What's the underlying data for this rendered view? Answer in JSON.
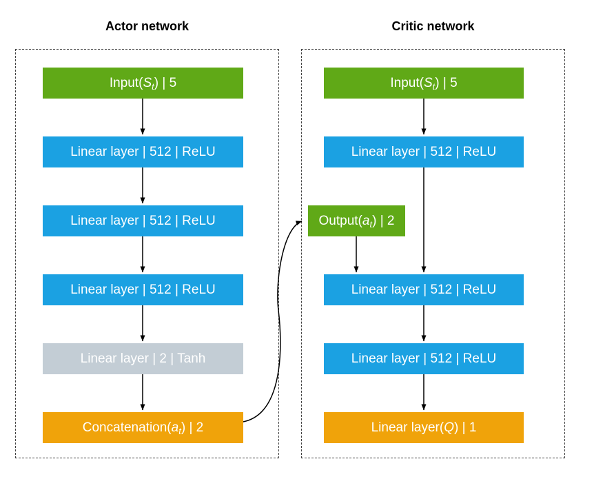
{
  "colors": {
    "input_green": "#60A917",
    "layer_blue": "#1BA1E2",
    "tanh_gray": "#C3CDD5",
    "output_orange": "#F0A30A",
    "text_white": "#FFFFFF",
    "title_black": "#000000",
    "arrow_black": "#000000",
    "frame_dash": "#404040"
  },
  "actor": {
    "title": "Actor network",
    "nodes": [
      {
        "pre": "Input(",
        "var": "S",
        "sub": "t",
        "post": ") | 5"
      },
      {
        "pre": "Linear layer | 512 | ReLU",
        "var": "",
        "sub": "",
        "post": ""
      },
      {
        "pre": "Linear layer | 512 | ReLU",
        "var": "",
        "sub": "",
        "post": ""
      },
      {
        "pre": "Linear layer | 512 | ReLU",
        "var": "",
        "sub": "",
        "post": ""
      },
      {
        "pre": "Linear layer | 2 | Tanh",
        "var": "",
        "sub": "",
        "post": ""
      },
      {
        "pre": "Concatenation(",
        "var": "a",
        "sub": "t",
        "post": ") | 2"
      }
    ]
  },
  "critic": {
    "title": "Critic network",
    "nodes": [
      {
        "pre": "Input(",
        "var": "S",
        "sub": "t",
        "post": ") | 5"
      },
      {
        "pre": "Linear layer | 512 | ReLU",
        "var": "",
        "sub": "",
        "post": ""
      },
      {
        "pre": "Output(",
        "var": "a",
        "sub": "t",
        "post": ") | 2"
      },
      {
        "pre": "Linear layer | 512 | ReLU",
        "var": "",
        "sub": "",
        "post": ""
      },
      {
        "pre": "Linear layer | 512 | ReLU",
        "var": "",
        "sub": "",
        "post": ""
      },
      {
        "pre": "Linear layer(",
        "var": "Q",
        "sub": "",
        "post": ") | 1"
      }
    ]
  }
}
